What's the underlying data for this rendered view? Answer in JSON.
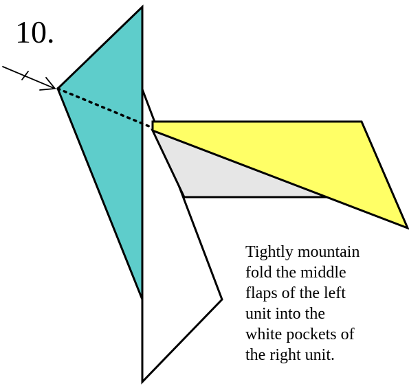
{
  "step": {
    "number": "10."
  },
  "instructions": {
    "lines": [
      "Tightly mountain",
      "fold the middle",
      "flaps of the left",
      "unit into the",
      "white pockets of",
      "the right unit."
    ]
  },
  "colors": {
    "teal_flap": "#5ecdcb",
    "yellow_flap": "#ffff66",
    "gray_pocket": "#e6e6e6",
    "white_unit": "#ffffff",
    "outline": "#000000"
  },
  "symbols": {
    "fold_line": "mountain-fold-dotted-line",
    "arrow": "push-arrow-icon"
  }
}
